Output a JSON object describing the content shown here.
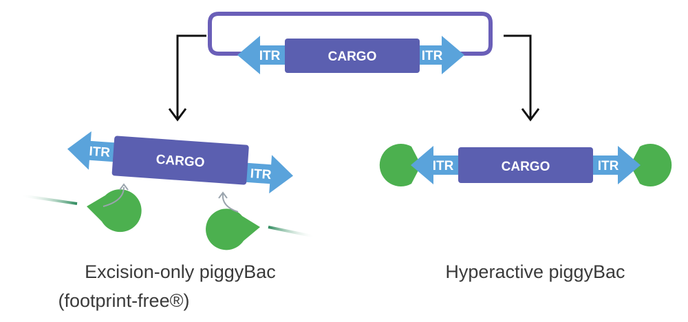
{
  "plasmid": {
    "itr_left": "ITR",
    "cargo": "CARGO",
    "itr_right": "ITR"
  },
  "excision": {
    "itr_left": "ITR",
    "cargo": "CARGO",
    "itr_right": "ITR",
    "caption_line1": "Excision-only piggyBac",
    "caption_line2": "(footprint-free®)"
  },
  "hyperactive": {
    "itr_left": "ITR",
    "cargo": "CARGO",
    "itr_right": "ITR",
    "caption": "Hyperactive piggyBac"
  },
  "colors": {
    "itr_blue": "#5aa3db",
    "cargo_purple": "#5b5fb0",
    "loop_outline": "#6a5fb8",
    "transposase_green": "#4cb04f",
    "arrow_black": "#111111",
    "curved_arrow_grey": "#9aa4ad",
    "dna_line_start": "#2d8a5c"
  }
}
